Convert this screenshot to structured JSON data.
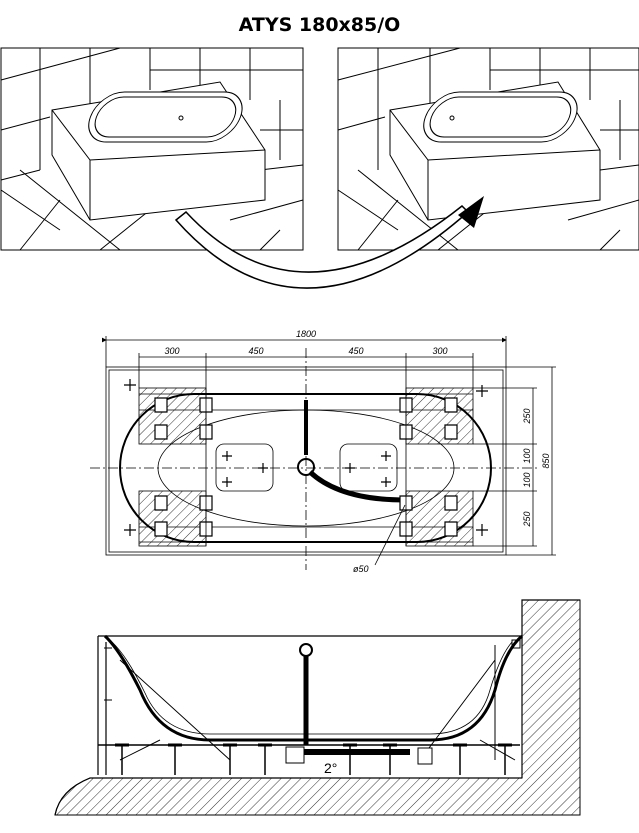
{
  "title": "ATYS 180x85/O",
  "plan_dimensions": {
    "total_length": "1800",
    "segments": [
      "300",
      "450",
      "450",
      "300"
    ],
    "total_width": "850",
    "width_segments": [
      "250",
      "100",
      "100",
      "250"
    ],
    "drain_diameter": "ø50"
  },
  "section": {
    "slope": "2°"
  }
}
